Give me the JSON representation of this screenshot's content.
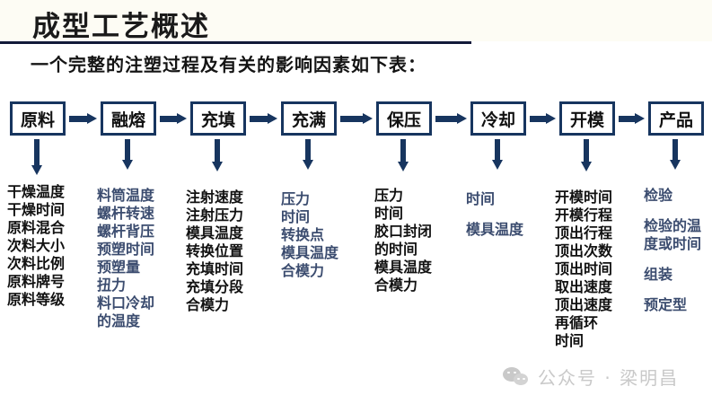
{
  "slide": {
    "title": "成型工艺概述",
    "subtitle": "一个完整的注塑过程及有关的影响因素如下表："
  },
  "colors": {
    "navy": "#17355f",
    "rule": "#121a3a",
    "text_dark": "#111111",
    "text_navy": "#2b3d63",
    "watermark": "#c9c9c9",
    "header_band": "#fdfcf4"
  },
  "flow": {
    "steps": [
      {
        "label": "原料"
      },
      {
        "label": "融熔"
      },
      {
        "label": "充填"
      },
      {
        "label": "充满"
      },
      {
        "label": "保压"
      },
      {
        "label": "冷却"
      },
      {
        "label": "开模"
      },
      {
        "label": "产品"
      }
    ]
  },
  "columns": [
    {
      "style": "dark",
      "items": [
        "干燥温度",
        "干燥时间",
        "原料混合",
        "次料大小",
        "次料比例",
        "原料牌号",
        "原料等级"
      ]
    },
    {
      "style": "navy",
      "items": [
        "料筒温度",
        "螺杆转速",
        "螺杆背压",
        "预塑时间",
        "预塑量",
        "扭力",
        "料口冷却",
        "的温度"
      ]
    },
    {
      "style": "dark",
      "items": [
        "注射速度",
        "注射压力",
        "模具温度",
        "转换位置",
        "充填时间",
        "充填分段",
        "合模力"
      ]
    },
    {
      "style": "navy",
      "items": [
        "压力",
        "时间",
        "转换点",
        "模具温度",
        "合模力"
      ]
    },
    {
      "style": "dark",
      "items": [
        "压力",
        "时间",
        "胶口封闭",
        "的时间",
        "模具温度",
        "合模力"
      ]
    },
    {
      "style": "navy",
      "items": [
        "时间",
        "",
        "模具温度"
      ]
    },
    {
      "style": "dark",
      "items": [
        "开模时间",
        "开模行程",
        "顶出行程",
        "顶出次数",
        "顶出时间",
        "取出速度",
        "顶出速度",
        "再循环",
        "时间"
      ]
    },
    {
      "style": "navy",
      "items": [
        "检验",
        "",
        "检验的温",
        "度或时间",
        "",
        "组装",
        "",
        "预定型"
      ]
    }
  ],
  "watermark": {
    "icon": "wechat-icon",
    "text": "公众号 · 梁明昌"
  }
}
